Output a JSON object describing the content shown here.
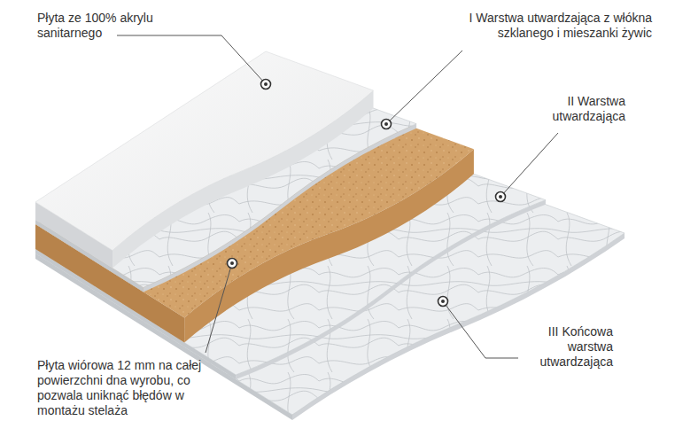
{
  "diagram": {
    "labels": [
      "Płyta ze 100% akrylu sanitarnego",
      "I Warstwa utwardzająca z włókna szklanego i mieszanki żywic",
      "II Warstwa utwardzająca",
      "Płyta wiórowa 12 mm na całej powierzchni dna wyrobu, co pozwala uniknąć błędów w montażu stelaża",
      "III Końcowa warstwa utwardzająca"
    ]
  }
}
